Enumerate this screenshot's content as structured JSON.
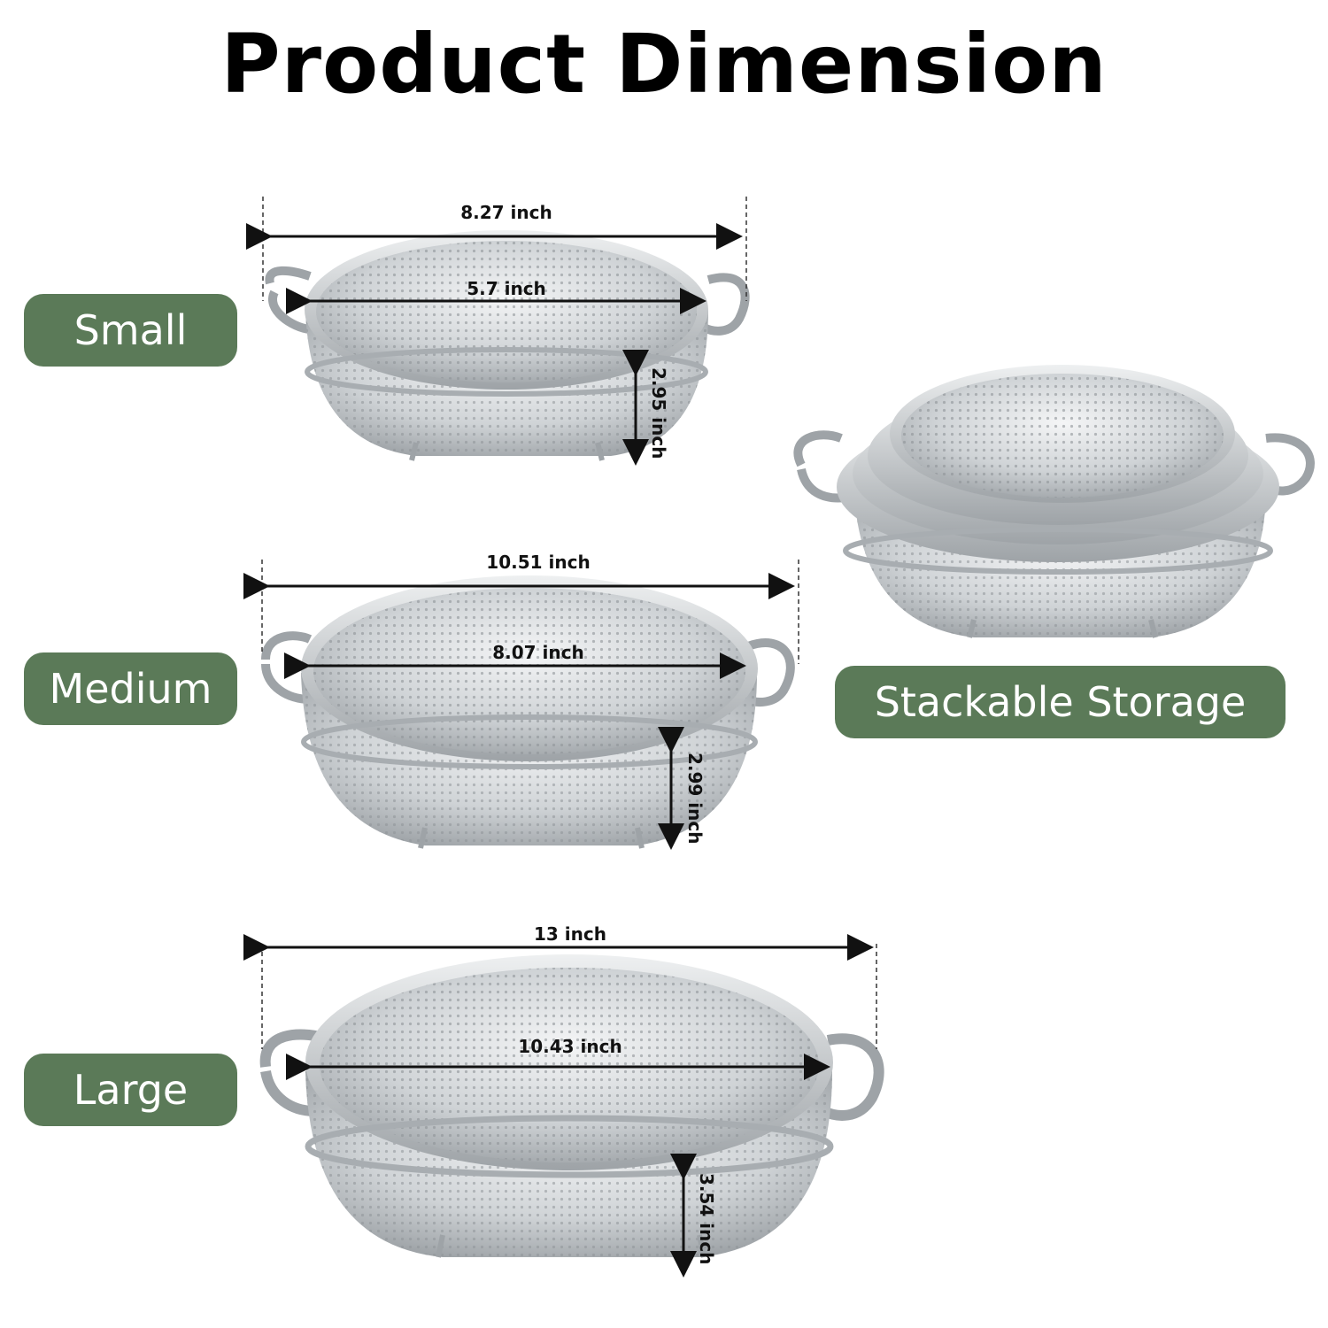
{
  "title": "Product Dimension",
  "labels": {
    "small": "Small",
    "medium": "Medium",
    "large": "Large",
    "stackable": "Stackable Storage"
  },
  "colors": {
    "pill": "#5b7a58",
    "steel": "#c9cdd0",
    "steel_dark": "#8d9296"
  },
  "small": {
    "outer_width": "8.27 inch",
    "inner_width": "5.7 inch",
    "height": "2.95 inch"
  },
  "medium": {
    "outer_width": "10.51 inch",
    "inner_width": "8.07 inch",
    "height": "2.99 inch"
  },
  "large": {
    "outer_width": "13 inch",
    "inner_width": "10.43 inch",
    "height": "3.54 inch"
  }
}
